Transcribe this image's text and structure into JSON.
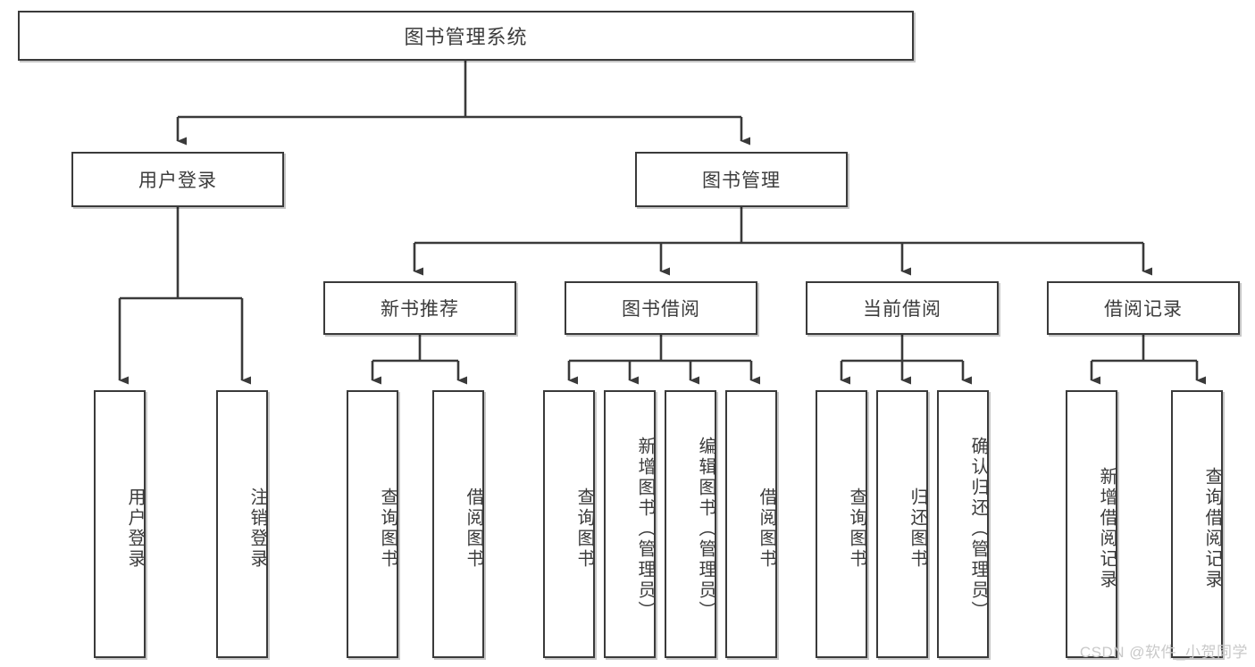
{
  "diagram": {
    "title": "图书管理系统",
    "watermark": "CSDN @软件_小贺同学",
    "colors": {
      "stroke": "#3a3a3a",
      "fill": "#ffffff",
      "text": "#3c3c3c",
      "watermark": "#c9c9c9"
    },
    "levels": {
      "root": {
        "label": "图书管理系统"
      },
      "level2": [
        {
          "label": "用户登录"
        },
        {
          "label": "图书管理"
        }
      ],
      "level3": [
        {
          "label": "新书推荐"
        },
        {
          "label": "图书借阅"
        },
        {
          "label": "当前借阅"
        },
        {
          "label": "借阅记录"
        }
      ],
      "leaves": {
        "user_login": [
          {
            "label": "用户登录"
          },
          {
            "label": "注销登录"
          }
        ],
        "new_book_recommend": [
          {
            "label": "查询图书"
          },
          {
            "label": "借阅图书"
          }
        ],
        "book_borrow": [
          {
            "label": "查询图书"
          },
          {
            "label": "新增图书（管理员）"
          },
          {
            "label": "编辑图书（管理员）"
          },
          {
            "label": "借阅图书"
          }
        ],
        "current_borrow": [
          {
            "label": "查询图书"
          },
          {
            "label": "归还图书"
          },
          {
            "label": "确认归还（管理员）"
          }
        ],
        "borrow_record": [
          {
            "label": "新增借阅记录"
          },
          {
            "label": "查询借阅记录"
          }
        ]
      }
    }
  }
}
